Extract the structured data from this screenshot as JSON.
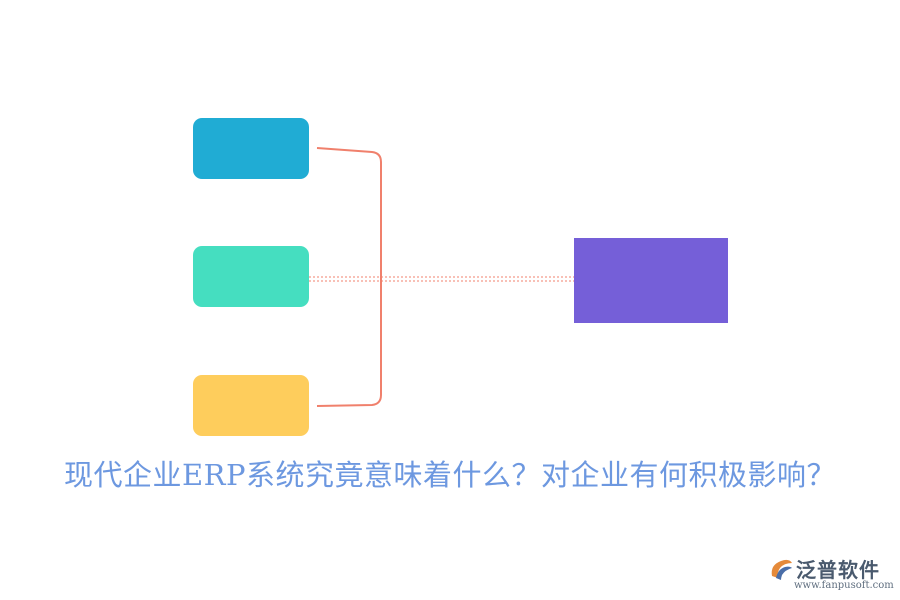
{
  "diagram": {
    "nodes": [
      {
        "id": "node-1",
        "color": "#20acd4"
      },
      {
        "id": "node-2",
        "color": "#45dec0"
      },
      {
        "id": "node-3",
        "color": "#fecd5c"
      }
    ],
    "target": {
      "color": "#755fd8"
    },
    "connector_color": "#f0806c"
  },
  "caption": {
    "text": "现代企业ERP系统究竟意味着什么？对企业有何积极影响？",
    "color": "#6d98e0"
  },
  "logo": {
    "name": "泛普软件",
    "url": "www.fanpusoft.com",
    "icon": "fanpu-logo-icon"
  }
}
